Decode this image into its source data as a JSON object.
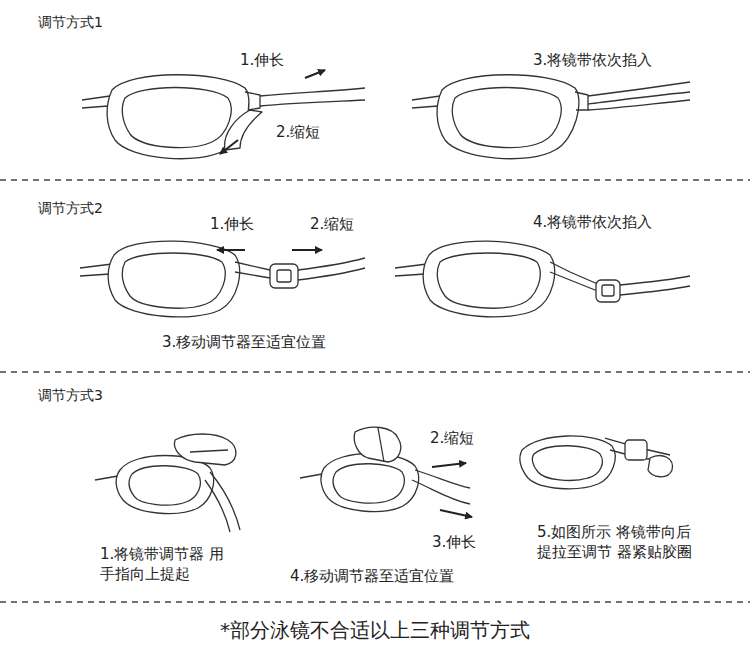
{
  "diagram": {
    "caption": "*部分泳镜不合适以上三种调节方式",
    "labels": [
      "调节方式1",
      "1.伸长",
      "2.缩短",
      "3.将镜带依次掐入",
      "调节方式2",
      "1.伸长",
      "2.缩短",
      "4.将镜带依次掐入",
      "3.移动调节器至适宜位置",
      "调节方式3",
      "2.缩短",
      "1.将镜带调节器 用手指向上提起",
      "3.伸长",
      "4.移动调节器至适宜位置",
      "5.如图所示 将镜带向后提拉至调节 器紧贴胶圈"
    ]
  }
}
